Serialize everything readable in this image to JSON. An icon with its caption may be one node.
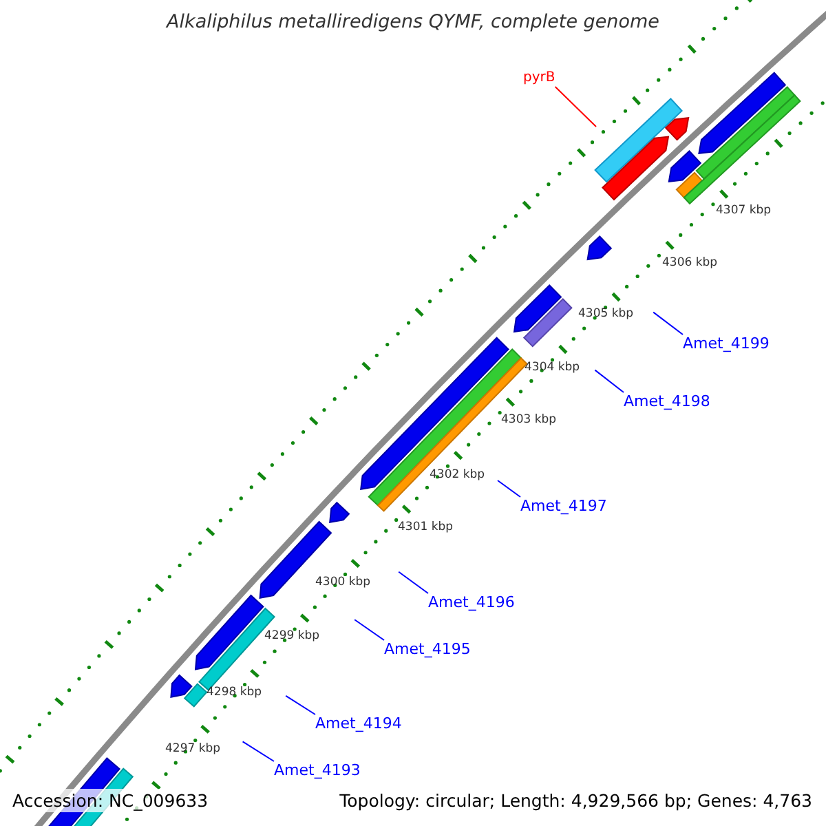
{
  "diagram": {
    "title": "Alkaliphilus metalliredigens QYMF, complete genome",
    "nodes": [
      {
        "text": [
          "pyrB"
        ]
      },
      {
        "text": [
          "Amet_4199"
        ]
      },
      {
        "text": [
          "Amet_4198"
        ]
      },
      {
        "text": [
          "Amet_4197"
        ]
      },
      {
        "text": [
          "Amet_4196"
        ]
      },
      {
        "text": [
          "Amet_4195"
        ]
      },
      {
        "text": [
          "Amet_4194"
        ]
      },
      {
        "text": [
          "Amet_4193"
        ]
      }
    ],
    "edges": [
      {
        "from": 0,
        "to": null,
        "arrow": "none",
        "color": "#ff0000"
      },
      {
        "from": 1,
        "to": null,
        "arrow": "none"
      },
      {
        "from": 2,
        "to": null,
        "arrow": "none"
      },
      {
        "from": 3,
        "to": null,
        "arrow": "none"
      },
      {
        "from": 4,
        "to": null,
        "arrow": "none"
      },
      {
        "from": 5,
        "to": null,
        "arrow": "none"
      },
      {
        "from": 6,
        "to": null,
        "arrow": "none"
      },
      {
        "from": 7,
        "to": null,
        "arrow": "none"
      }
    ],
    "labels": [
      "4307 kbp",
      "4306 kbp",
      "4305 kbp",
      "4304 kbp",
      "4303 kbp",
      "4302 kbp",
      "4301 kbp",
      "4300 kbp",
      "4299 kbp",
      "4298 kbp",
      "4297 kbp",
      "Accession: NC_009633",
      "Topology: circular; Length: 4,929,566 bp; Genes: 4,763"
    ]
  }
}
